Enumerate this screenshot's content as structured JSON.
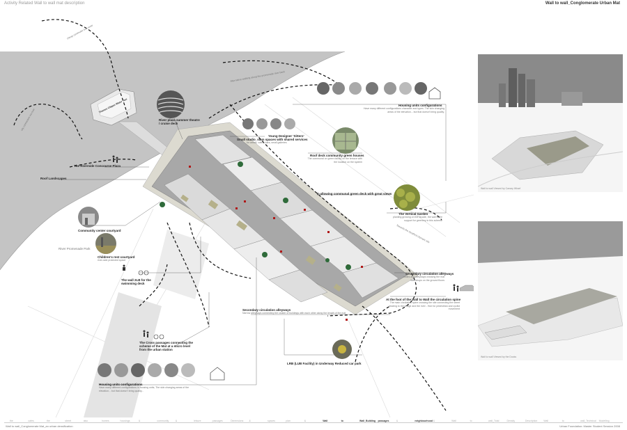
{
  "header": {
    "left": "Activity Related Wall to wall mat description",
    "right": "Wall to wall_Conglomerate Urban Mat"
  },
  "path_labels": {
    "north": "cheap commuter bus route",
    "thames_pier": "Thames Clipper Water Taxi",
    "west_route": "city connection via river",
    "riverside_walk": "Alternative walking along the promenade river bank",
    "east_walk": "Towards the Stratford Olympic site"
  },
  "callouts": [
    {
      "title": "River plaza summer theatre / cruise deck",
      "desc": ""
    },
    {
      "title": "The Riverside Concourse Plaza",
      "desc": ""
    },
    {
      "title": "Roof Landscapes",
      "desc": ""
    },
    {
      "title": "Community center courtyard",
      "desc": ""
    },
    {
      "title": "River Promenade Park",
      "desc": ""
    },
    {
      "title": "Children's rest courtyard",
      "desc": "river-side protected space"
    },
    {
      "title": "The wall 2LB for the swimming deck",
      "desc": ""
    },
    {
      "title": "The Cross passages connecting the scheme of the Mat at a micro level from the urban station",
      "desc": ""
    },
    {
      "title": "Housing units configurations",
      "desc": "Have many different configurations in housing units, The skin changing areas of the elevation... but that doesn't bring quality..."
    },
    {
      "title": "Housing units configurations",
      "desc": "Have many different configurations character and types. The skin changing areas of the elevation... but that doesn't bring quality."
    },
    {
      "title": "Young Designer 'Sitters'",
      "desc": ""
    },
    {
      "title": "Small studio_slam spaces with shared services",
      "desc": "for artists, cafes, bars, small galleries"
    },
    {
      "title": "Roof deck community green houses",
      "desc": "The communal on green facility on the terrace with the location on the system"
    },
    {
      "title": "E-allowing communal green deck with great views",
      "desc": ""
    },
    {
      "title": "The Vertical Garden",
      "desc": "planting growing on the facade, the wall is the support for greenery in this scheme"
    },
    {
      "title": "Secondary circulation alleyways",
      "desc": "routes and alleyways crossing the mat with shops on the ground floors"
    },
    {
      "title": "At the foot of the Wall to Wall the circulation spine",
      "desc": "The main circulation spine crossing the site connecting the street leading to the bridge and the river - Hub for pedestrian and cyclist movement"
    },
    {
      "title": "Secondary circulation alleyways",
      "desc": "Narrow alleyways connecting the cluster of buildings with each other along the length of the mat"
    },
    {
      "title": "LRB (LUB Facility) in Underway Reduced car park",
      "desc": ""
    }
  ],
  "side_panels": [
    {
      "caption": "Wall to wall Viewed by Canary Wharf"
    },
    {
      "caption": "Wall to wall Viewed by the Docks"
    }
  ],
  "footer": {
    "left": "Wall to wall_Conglomerate Mat_an urban densification",
    "right": "Urban Foundation: Master Student Session 2008",
    "strip": [
      "the",
      "cafes",
      "the",
      "street",
      "also",
      "homes",
      "housings",
      "&",
      "community",
      "&",
      "leisure",
      "passages",
      "Dimensions",
      "&",
      "spaces",
      "plan",
      "&",
      "Wall",
      "to",
      "Wall_Building",
      "passages",
      "&",
      "neighbourhood",
      "&",
      "Wall",
      "to",
      "wall_Total",
      "Density",
      "Description",
      "Wall",
      "to",
      "wall_Technical",
      "Modelling"
    ]
  },
  "colors": {
    "river": "#c7c7c7",
    "ground": "#ffffff",
    "site_frame": "#dcdad0",
    "accent_red": "#b01818",
    "path": "#111111"
  }
}
